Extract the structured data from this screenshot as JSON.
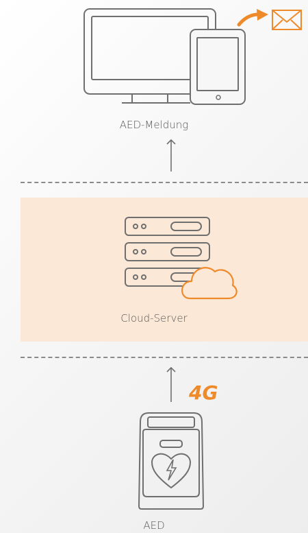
{
  "nodes": {
    "devices": {
      "label": "AED-Meldung",
      "icon": "monitor-tablet-icon",
      "badge_icon": "mail-arrow-icon"
    },
    "server": {
      "label": "Cloud-Server",
      "icon": "server-cloud-icon"
    },
    "aed": {
      "label": "AED",
      "icon": "aed-device-icon",
      "connection_label": "4G"
    }
  },
  "colors": {
    "accent": "#ef8a2a",
    "stroke": "#6f6f6f",
    "band": "#fbe8d6",
    "text": "#555555"
  }
}
